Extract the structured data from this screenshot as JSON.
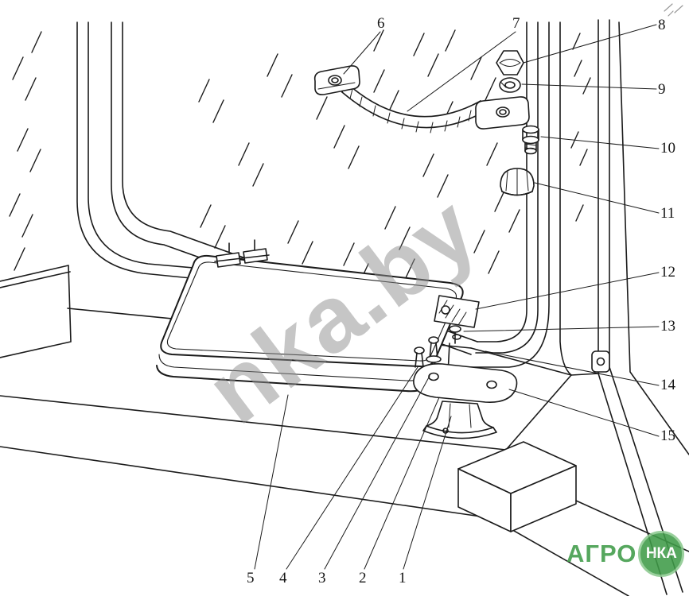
{
  "colors": {
    "background": "#ffffff",
    "line": "#1b1b1b",
    "watermark_gray": "#8f8f8f",
    "logo_green": "#3f9b48",
    "logo_ring": "#8cc98f",
    "logo_text": "#ffffff"
  },
  "watermark": {
    "text": "nka.by"
  },
  "logo": {
    "word": "АГРО",
    "circle_word": "НКА"
  },
  "callouts": {
    "c1": {
      "label": "1"
    },
    "c2": {
      "label": "2"
    },
    "c3": {
      "label": "3"
    },
    "c4": {
      "label": "4"
    },
    "c5": {
      "label": "5"
    },
    "c6": {
      "label": "6"
    },
    "c7": {
      "label": "7"
    },
    "c8": {
      "label": "8"
    },
    "c9": {
      "label": "9"
    },
    "c10": {
      "label": "10"
    },
    "c11": {
      "label": "11"
    },
    "c12": {
      "label": "12"
    },
    "c13": {
      "label": "13"
    },
    "c14": {
      "label": "14"
    },
    "c15": {
      "label": "15"
    }
  }
}
